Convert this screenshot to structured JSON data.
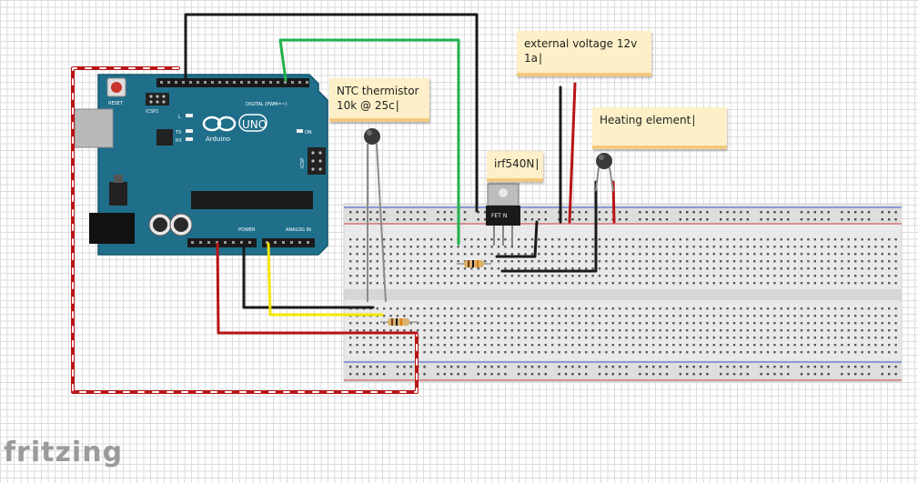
{
  "notes": {
    "ntc_line1": "NTC thermistor",
    "ntc_line2": "10k @ 25c",
    "ext_line1": "external voltage 12v",
    "ext_line2": "1a",
    "heater": "Heating element",
    "mosfet": "irf540N"
  },
  "arduino": {
    "logo_text": "UNO",
    "brand": "Arduino",
    "reset": "RESET",
    "icsp2": "ICSP2",
    "icsp": "ICSP",
    "digital": "DIGITAL (PWM=~)",
    "power": "POWER",
    "analog": "ANALOG IN",
    "led_l": "L",
    "led_tx": "TX",
    "led_rx": "RX",
    "led_on": "ON"
  },
  "mosfet_label": "FET N",
  "app_logo": "fritzing",
  "colors": {
    "board": "#1f6f8b",
    "wire_black": "#1a1a1a",
    "wire_green": "#22b14c",
    "wire_red": "#b81414",
    "wire_yellow": "#f2e600",
    "breadboard": "#e8e8e8",
    "note_bg": "#fdf0c8"
  }
}
